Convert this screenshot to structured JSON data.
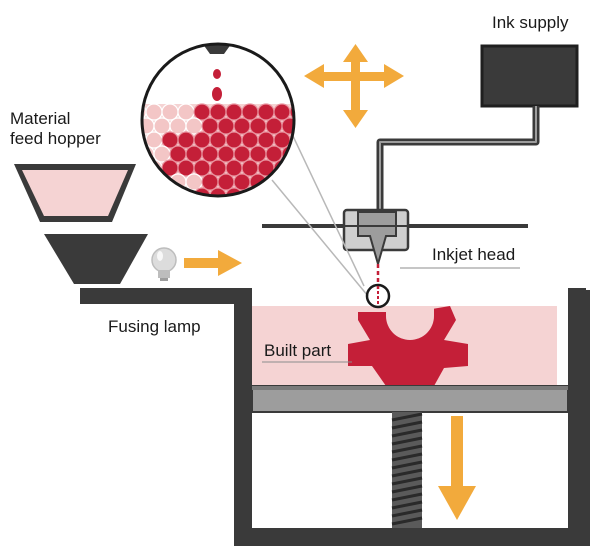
{
  "labels": {
    "ink_supply": "Ink supply",
    "material_feed_hopper_line1": "Material",
    "material_feed_hopper_line2": "feed hopper",
    "inkjet_head": "Inkjet head",
    "fusing_lamp": "Fusing lamp",
    "built_part": "Built part"
  },
  "colors": {
    "powder": "#f5d3d3",
    "ink_red": "#c41f38",
    "frame": "#3a3a3a",
    "arrow": "#f2aa3c",
    "machine_gray": "#9d9d9d",
    "light_gray": "#cfcfcf"
  }
}
